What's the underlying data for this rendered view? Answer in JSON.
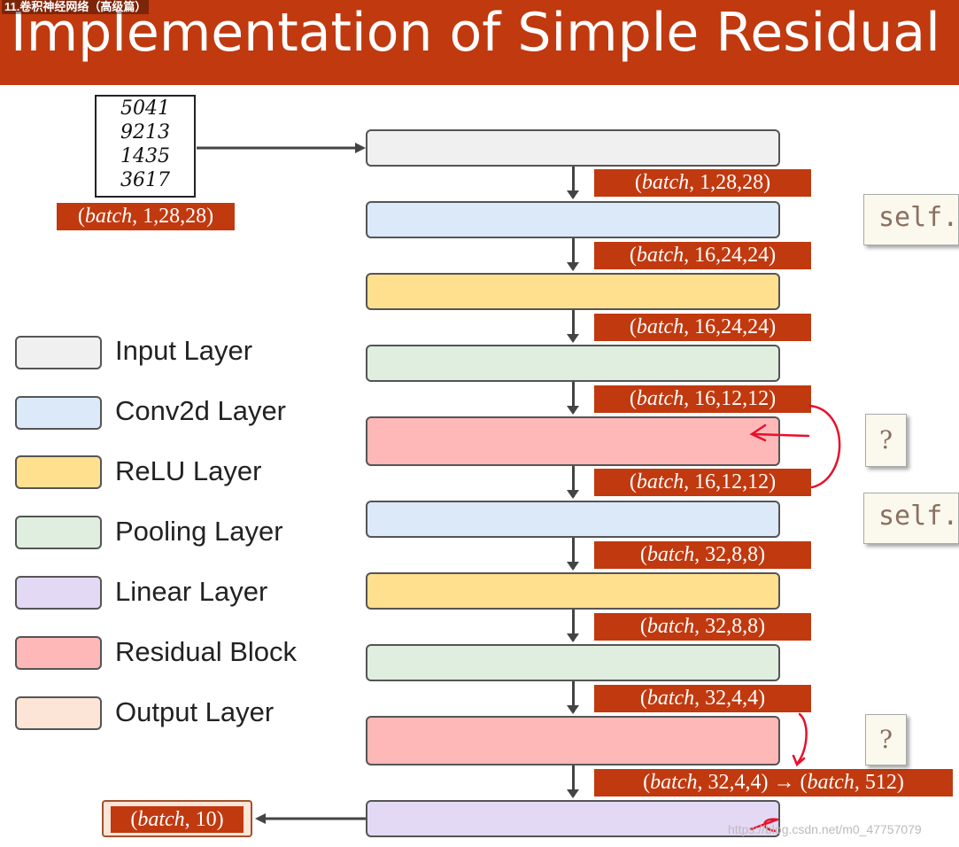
{
  "window": {
    "tab_title": "11.卷积神经网络（高级篇）"
  },
  "slide": {
    "title": "Implementation of Simple Residual Net"
  },
  "input_image": {
    "digit_rows": [
      "5041",
      "9213",
      "1435",
      "3617"
    ]
  },
  "input_shape": {
    "batch": "batch",
    "dims": ", 1,28,28)"
  },
  "legend": [
    {
      "label": "Input Layer",
      "color": "#f0f0f0"
    },
    {
      "label": "Conv2d Layer",
      "color": "#dbe9f8"
    },
    {
      "label": "ReLU Layer",
      "color": "#ffe08f"
    },
    {
      "label": "Pooling Layer",
      "color": "#dfeede"
    },
    {
      "label": "Linear Layer",
      "color": "#e4d9f5"
    },
    {
      "label": "Residual Block",
      "color": "#ffb8b8"
    },
    {
      "label": "Output Layer",
      "color": "#fce4d6"
    }
  ],
  "layers": [
    {
      "type": "Input Layer",
      "color": "#f0f0f0"
    },
    {
      "type": "Conv2d Layer",
      "color": "#dbe9f8"
    },
    {
      "type": "ReLU Layer",
      "color": "#ffe08f"
    },
    {
      "type": "Pooling Layer",
      "color": "#dfeede"
    },
    {
      "type": "Residual Block",
      "color": "#ffb8b8"
    },
    {
      "type": "Conv2d Layer",
      "color": "#dbe9f8"
    },
    {
      "type": "ReLU Layer",
      "color": "#ffe08f"
    },
    {
      "type": "Pooling Layer",
      "color": "#dfeede"
    },
    {
      "type": "Residual Block",
      "color": "#ffb8b8"
    },
    {
      "type": "Linear Layer",
      "color": "#e4d9f5"
    }
  ],
  "shapes": [
    {
      "batch": "batch",
      "dims": ", 1,28,28)"
    },
    {
      "batch": "batch",
      "dims": ", 16,24,24)"
    },
    {
      "batch": "batch",
      "dims": ", 16,24,24)"
    },
    {
      "batch": "batch",
      "dims": ", 16,12,12)"
    },
    {
      "batch": "batch",
      "dims": ", 16,12,12)"
    },
    {
      "batch": "batch",
      "dims": ", 32,8,8)"
    },
    {
      "batch": "batch",
      "dims": ", 32,8,8)"
    },
    {
      "batch": "batch",
      "dims": ", 32,4,4)"
    },
    {
      "batch": "batch",
      "dims": ", 32,4,4) → (",
      "batch2": "batch",
      "dims2": ", 512)"
    }
  ],
  "side_boxes": [
    "self.",
    "?",
    "self.",
    "?"
  ],
  "output": {
    "batch": "batch",
    "dims": ", 10)"
  },
  "watermark": "https://blog.csdn.net/m0_47757079",
  "annotation_color": "#e8102a"
}
